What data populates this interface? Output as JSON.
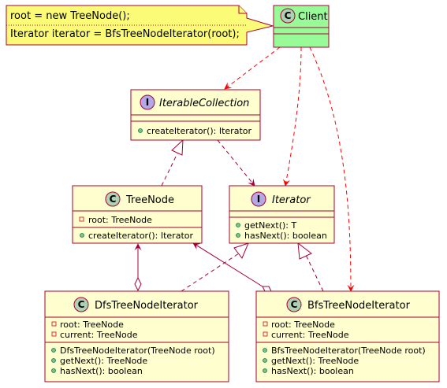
{
  "note": {
    "lines": [
      "root = new TreeNode();",
      "Iterator iterator = BfsTreeNodeIterator(root);"
    ]
  },
  "classes": {
    "client": {
      "name": "Client",
      "kind": "C",
      "kind_color": "#ADD1B2",
      "fill": "#98FB98",
      "attributes": [],
      "methods": []
    },
    "iterable_collection": {
      "name": "IterableCollection",
      "kind": "I",
      "kind_color": "#B4A7E5",
      "attributes": [],
      "methods": [
        {
          "visibility": "public",
          "text": "createIterator(): Iterator"
        }
      ]
    },
    "tree_node": {
      "name": "TreeNode",
      "kind": "C",
      "kind_color": "#ADD1B2",
      "attributes": [
        {
          "visibility": "private",
          "text": "root: TreeNode"
        }
      ],
      "methods": [
        {
          "visibility": "public",
          "text": "createIterator(): Iterator"
        }
      ]
    },
    "iterator": {
      "name": "Iterator",
      "kind": "I",
      "kind_color": "#B4A7E5",
      "attributes": [],
      "methods": [
        {
          "visibility": "public",
          "text": "getNext(): T"
        },
        {
          "visibility": "public",
          "text": "hasNext(): boolean"
        }
      ]
    },
    "dfs_iterator": {
      "name": "DfsTreeNodeIterator",
      "kind": "C",
      "kind_color": "#ADD1B2",
      "attributes": [
        {
          "visibility": "private",
          "text": "root: TreeNode"
        },
        {
          "visibility": "private",
          "text": "current: TreeNode"
        }
      ],
      "methods": [
        {
          "visibility": "public",
          "text": "DfsTreeNodeIterator(TreeNode root)"
        },
        {
          "visibility": "public",
          "text": "getNext(): TreeNode"
        },
        {
          "visibility": "public",
          "text": "hasNext(): boolean"
        }
      ]
    },
    "bfs_iterator": {
      "name": "BfsTreeNodeIterator",
      "kind": "C",
      "kind_color": "#ADD1B2",
      "attributes": [
        {
          "visibility": "private",
          "text": "root: TreeNode"
        },
        {
          "visibility": "private",
          "text": "current: TreeNode"
        }
      ],
      "methods": [
        {
          "visibility": "public",
          "text": "BfsTreeNodeIterator(TreeNode root)"
        },
        {
          "visibility": "public",
          "text": "getNext(): TreeNode"
        },
        {
          "visibility": "public",
          "text": "hasNext(): boolean"
        }
      ]
    }
  },
  "relations": [
    {
      "from": "client",
      "to": "iterable_collection",
      "type": "dependency"
    },
    {
      "from": "client",
      "to": "iterator",
      "type": "dependency"
    },
    {
      "from": "client",
      "to": "bfs_iterator",
      "type": "dependency"
    },
    {
      "from": "iterable_collection",
      "to": "iterator",
      "type": "dependency"
    },
    {
      "from": "tree_node",
      "to": "iterable_collection",
      "type": "realization"
    },
    {
      "from": "dfs_iterator",
      "to": "iterator",
      "type": "realization"
    },
    {
      "from": "bfs_iterator",
      "to": "iterator",
      "type": "realization"
    },
    {
      "from": "dfs_iterator",
      "to": "tree_node",
      "type": "aggregation"
    },
    {
      "from": "bfs_iterator",
      "to": "tree_node",
      "type": "aggregation"
    }
  ],
  "colors": {
    "class_fill": "#FEFECE",
    "class_border": "#A80036",
    "note_fill": "#FBFB77",
    "note_border": "#A80036",
    "dependency_arrow": "#FF0000",
    "relation_line": "#A80036"
  }
}
